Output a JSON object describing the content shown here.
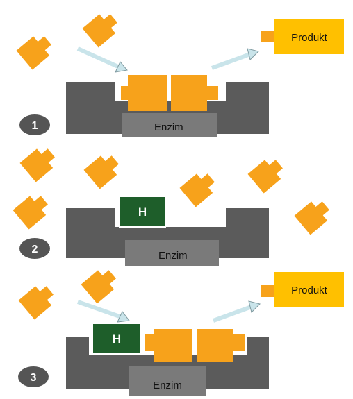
{
  "colors": {
    "substrate": "#f7a21b",
    "enzyme": "#5b5b5b",
    "enzyme_label_box": "#7a7a7a",
    "inhibitor": "#1e5e2a",
    "product_box": "#ffc000",
    "arrow": "#c9e4ea"
  },
  "panels": [
    {
      "number": "1",
      "enzyme_label": "Enzim",
      "product_label": "Produkt"
    },
    {
      "number": "2",
      "enzyme_label": "Enzim",
      "inhibitor_label": "H"
    },
    {
      "number": "3",
      "enzyme_label": "Enzim",
      "inhibitor_label": "H",
      "product_label": "Produkt"
    }
  ]
}
